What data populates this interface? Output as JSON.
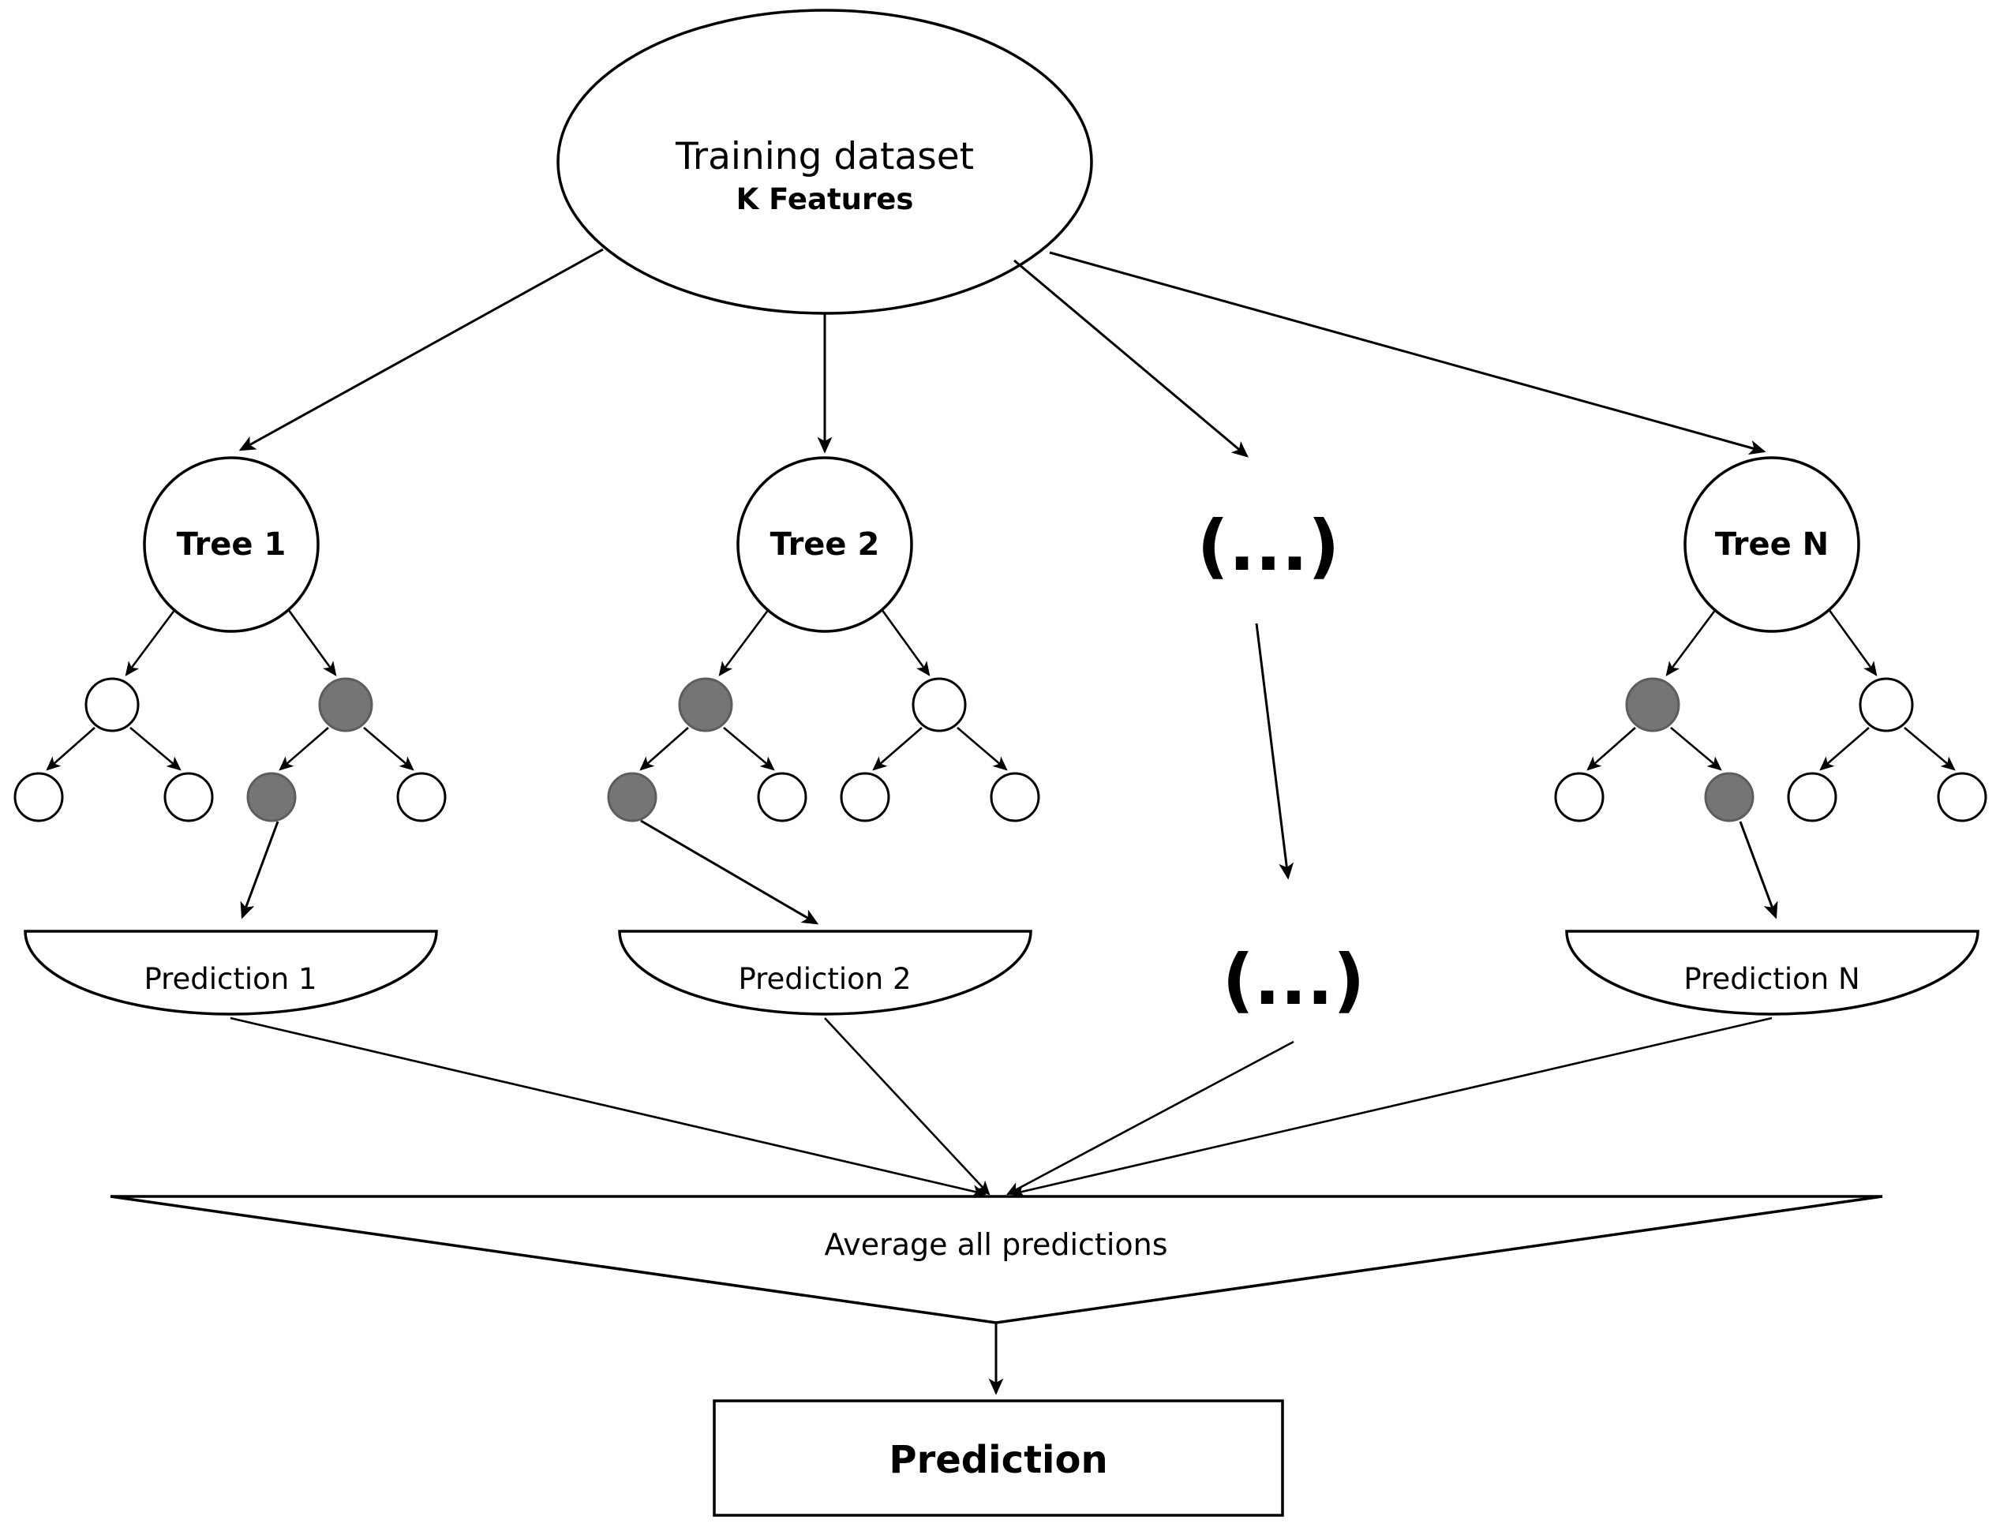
{
  "diagram": {
    "title": "Random Forest ensemble flow diagram",
    "colors": {
      "stroke": "#000000",
      "background": "#ffffff",
      "node_filled": "#757575",
      "node_open": "#ffffff"
    },
    "root": {
      "label_line1": "Training dataset",
      "label_line2": "K Features"
    },
    "trees": [
      {
        "id": "tree-1",
        "label": "Tree 1",
        "children": [
          {
            "pos": "left",
            "fill": "open",
            "leaves": [
              {
                "fill": "open"
              },
              {
                "fill": "open"
              }
            ]
          },
          {
            "pos": "right",
            "fill": "filled",
            "leaves": [
              {
                "fill": "filled"
              },
              {
                "fill": "open"
              }
            ]
          }
        ],
        "prediction": "Prediction 1"
      },
      {
        "id": "tree-2",
        "label": "Tree 2",
        "children": [
          {
            "pos": "left",
            "fill": "filled",
            "leaves": [
              {
                "fill": "filled"
              },
              {
                "fill": "open"
              }
            ]
          },
          {
            "pos": "right",
            "fill": "open",
            "leaves": [
              {
                "fill": "open"
              },
              {
                "fill": "open"
              }
            ]
          }
        ],
        "prediction": "Prediction 2"
      },
      {
        "id": "tree-ellipsis",
        "label": "(...)",
        "prediction": "(...)"
      },
      {
        "id": "tree-n",
        "label": "Tree N",
        "children": [
          {
            "pos": "left",
            "fill": "filled",
            "leaves": [
              {
                "fill": "open"
              },
              {
                "fill": "filled"
              }
            ]
          },
          {
            "pos": "right",
            "fill": "open",
            "leaves": [
              {
                "fill": "open"
              },
              {
                "fill": "open"
              }
            ]
          }
        ],
        "prediction": "Prediction N"
      }
    ],
    "aggregator": {
      "label": "Average all predictions"
    },
    "final": {
      "label": "Prediction"
    }
  }
}
